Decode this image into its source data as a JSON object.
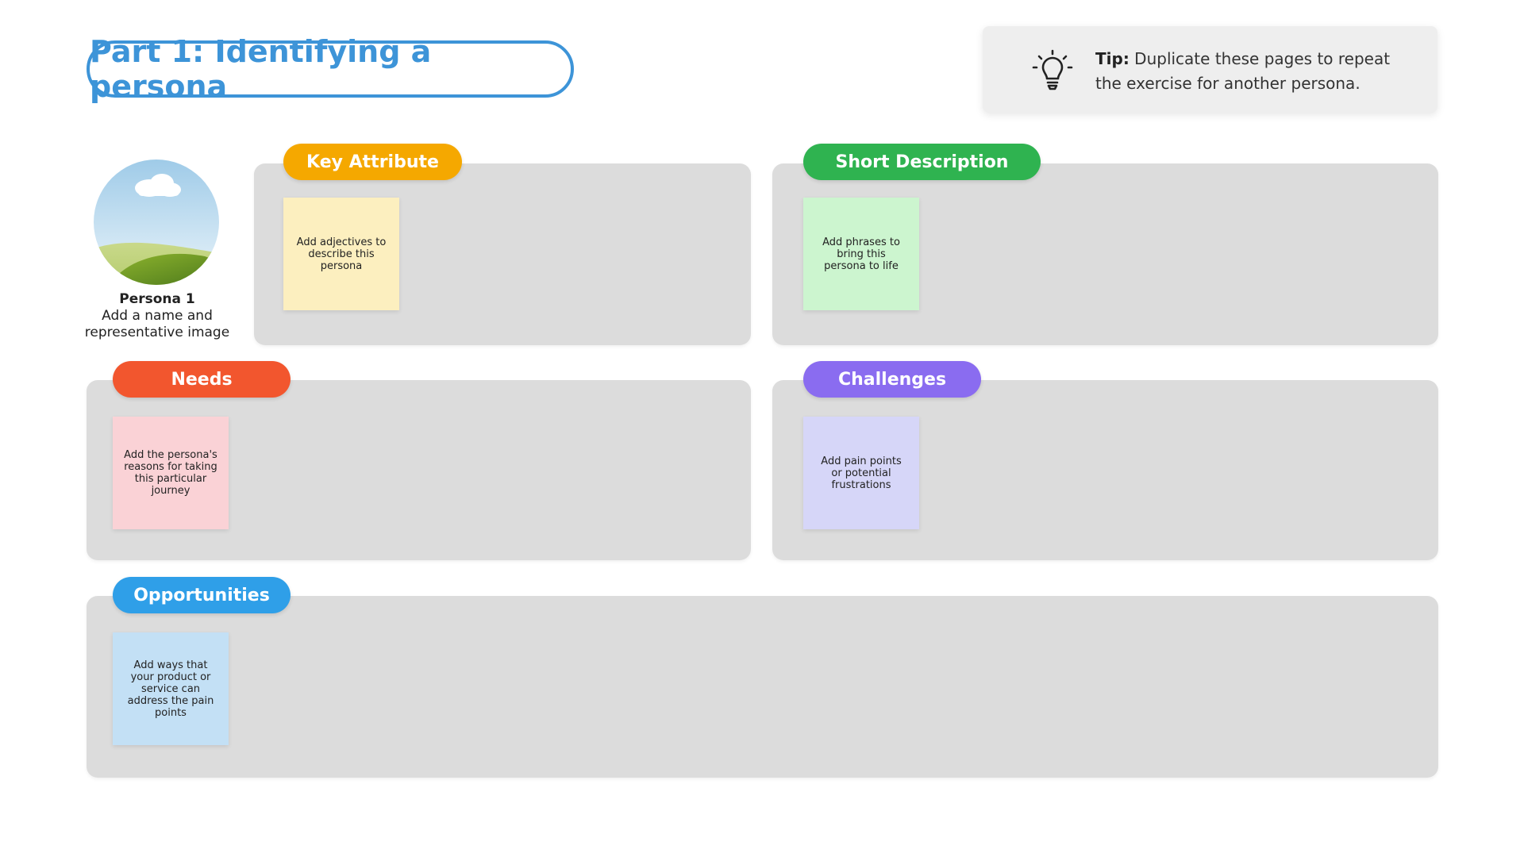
{
  "header": {
    "title": "Part 1: Identifying a persona"
  },
  "tip": {
    "icon": "lightbulb-icon",
    "label": "Tip:",
    "text": "Duplicate these pages to repeat the exercise for another persona."
  },
  "persona": {
    "name": "Persona 1",
    "caption": "Add a name and representative image",
    "image": "landscape-avatar-icon"
  },
  "sections": {
    "key_attribute": {
      "label": "Key Attribute",
      "color": "#f5a800",
      "note": "Add adjectives to describe this persona",
      "note_color": "#fcefbf"
    },
    "short_description": {
      "label": "Short Description",
      "color": "#2fb350",
      "note": "Add phrases to bring this persona to life",
      "note_color": "#ccf5cf"
    },
    "needs": {
      "label": "Needs",
      "color": "#f2562e",
      "note": "Add the persona's reasons for taking this particular journey",
      "note_color": "#fad2d6"
    },
    "challenges": {
      "label": "Challenges",
      "color": "#8a6cf0",
      "note": "Add pain points or potential frustrations",
      "note_color": "#d6d6f8"
    },
    "opportunities": {
      "label": "Opportunities",
      "color": "#2f9fe8",
      "note": "Add ways that your product or service can address the pain points",
      "note_color": "#c3e0f5"
    }
  }
}
